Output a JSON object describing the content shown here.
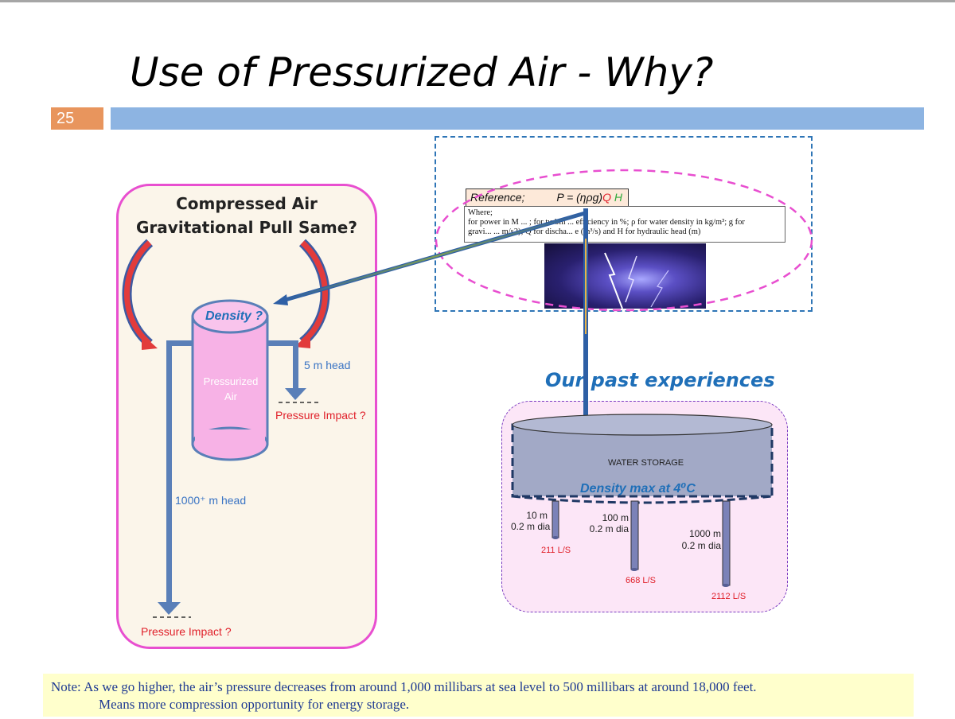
{
  "slide": {
    "title": "Use of Pressurized Air - Why?",
    "number": "25"
  },
  "left_diagram": {
    "heading_line1": "Compressed Air",
    "heading_line2": "Gravitational Pull Same?",
    "density_label": "Density ?",
    "cylinder_label_line1": "Pressurized",
    "cylinder_label_line2": "Air",
    "short_head_label": "5 m head",
    "long_head_label": "1000⁺ m head",
    "pressure_impact_1": "Pressure Impact ?",
    "pressure_impact_2": "Pressure Impact ?"
  },
  "reference": {
    "label": "Reference;",
    "formula_prefix": "P = (ηρg)",
    "formula_q": "Q",
    "formula_h": "H",
    "where_label": "Where;",
    "where_line1": "for power in M ... ; for turbin ... efficiency in %; ρ for water density in kg/m³; g for",
    "where_line2": "gravi... ... m/s2); Q for discha... e (m³/s) and H for hydraulic head (m)"
  },
  "right_diagram": {
    "heading": "Our past experiences",
    "tank_label": "WATER STORAGE",
    "density_text": "Density max at 4⁰C",
    "pipes": [
      {
        "length": "10 m",
        "dia": "0.2 m dia",
        "flow": "211 L/S"
      },
      {
        "length": "100 m",
        "dia": "0.2 m dia",
        "flow": "668 L/S"
      },
      {
        "length": "1000 m",
        "dia": "0.2 m dia",
        "flow": "2112 L/S"
      }
    ]
  },
  "note": {
    "line1": "Note: As we go higher, the air’s pressure decreases from around 1,000 millibars at sea level to 500 millibars at around 18,000 feet.",
    "line2": "Means more compression opportunity for energy storage."
  },
  "colors": {
    "accent_blue": "#1f6fb8",
    "impact_red": "#e0202a",
    "cylinder_pink": "#f7b2e6",
    "tank_blue": "#a2a9c6"
  }
}
